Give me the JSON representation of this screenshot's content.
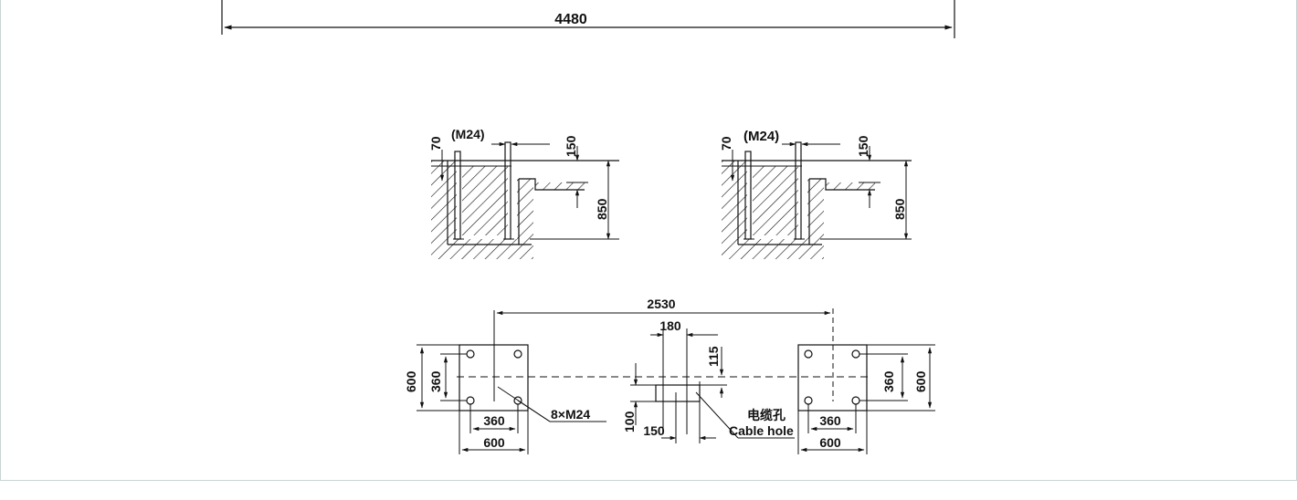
{
  "top_dimension": {
    "value": "4480"
  },
  "sections": [
    {
      "bolt": "(M24)",
      "top_depth": "70",
      "grout": "150",
      "depth": "850"
    },
    {
      "bolt": "(M24)",
      "top_depth": "70",
      "grout": "150",
      "depth": "850"
    }
  ],
  "plan": {
    "center_distance": "2530",
    "left_pad": {
      "outer_h": "600",
      "inner_h": "360",
      "outer_w": "600",
      "inner_w": "360"
    },
    "right_pad": {
      "outer_h": "600",
      "inner_h": "360",
      "outer_w": "600",
      "inner_w": "360"
    },
    "bolts_label": "8×M24",
    "cable": {
      "width": "180",
      "offset_y": "115",
      "height": "100",
      "offset_x": "150",
      "label_cn": "电缆孔",
      "label_en": "Cable hole"
    }
  }
}
